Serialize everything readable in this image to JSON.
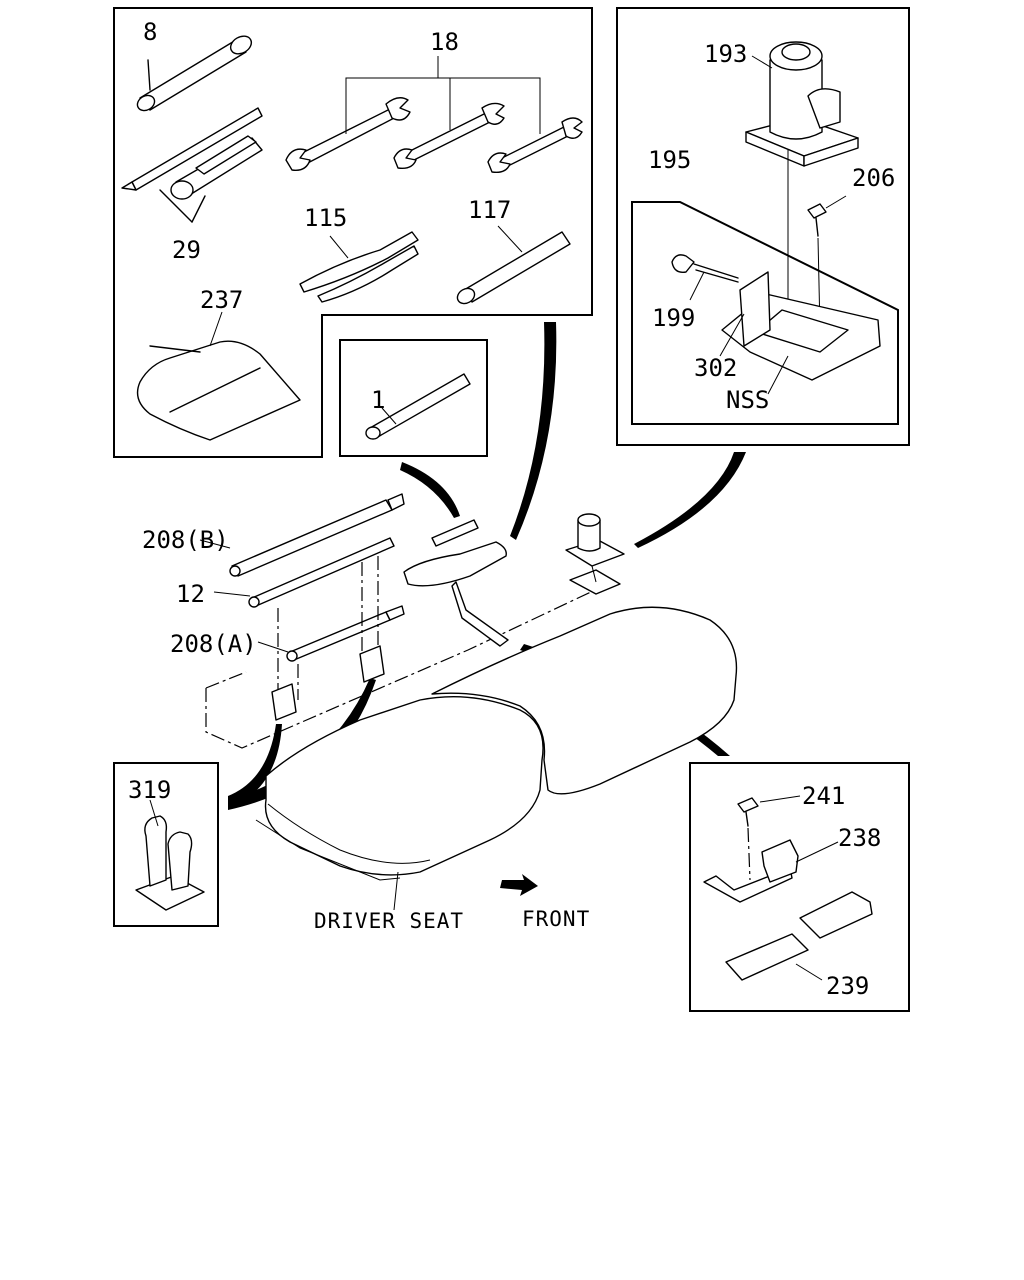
{
  "callouts": {
    "c8": "8",
    "c18": "18",
    "c29": "29",
    "c115": "115",
    "c117": "117",
    "c237": "237",
    "c1": "1",
    "c193": "193",
    "c195": "195",
    "c206": "206",
    "c199": "199",
    "c302": "302",
    "nss": "NSS",
    "c208b": "208(B)",
    "c12": "12",
    "c208a": "208(A)",
    "c319": "319",
    "c241": "241",
    "c238": "238",
    "c239": "239"
  },
  "captions": {
    "driver_seat": "DRIVER SEAT",
    "front": "FRONT"
  }
}
